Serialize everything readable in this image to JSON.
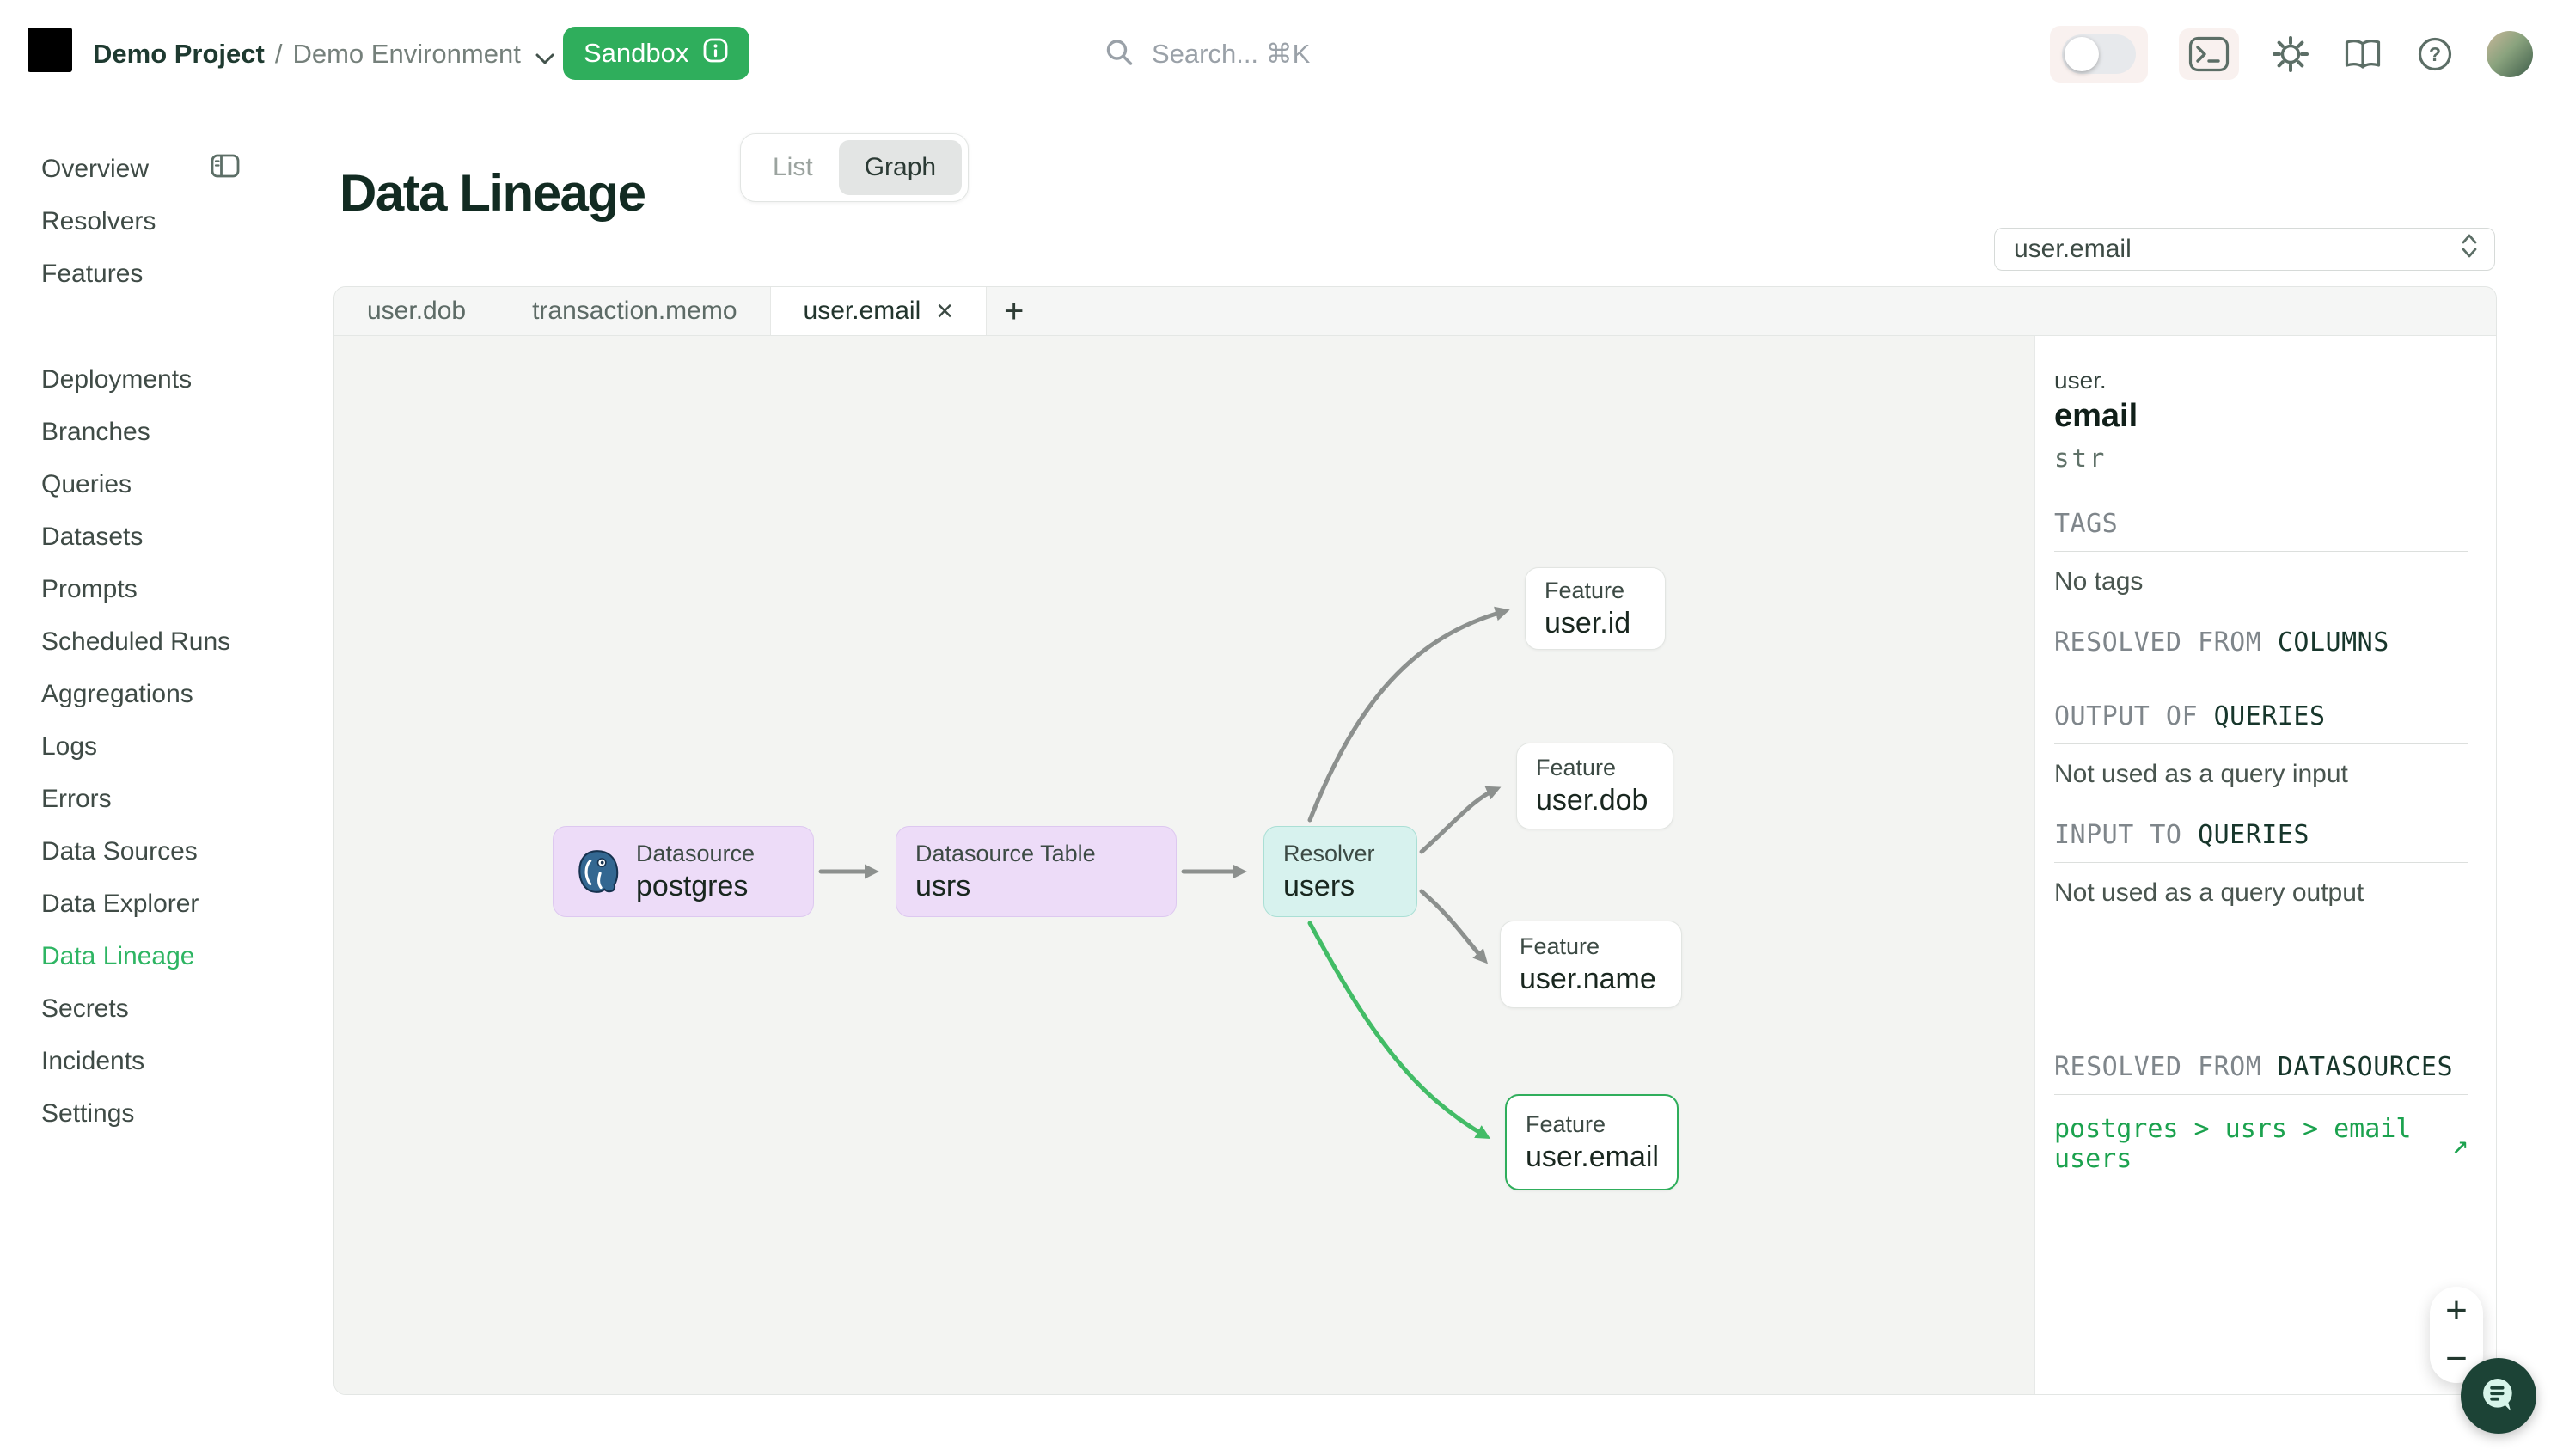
{
  "colors": {
    "accent_green": "#2fae5c",
    "sidebar_active_green": "#2eb563",
    "datasource_node_purple": "#eddcf8",
    "resolver_node_cyan": "#d7f2ee",
    "edge_gray": "#8c908e",
    "edge_highlight_green": "#42bc66",
    "link_green": "#1ba24e"
  },
  "topbar": {
    "project": "Demo Project",
    "separator": "/",
    "environment": "Demo Environment",
    "sandbox_label": "Sandbox",
    "search_placeholder": "Search... ⌘K"
  },
  "sidebar": {
    "active": "Data Lineage",
    "items": [
      {
        "label": "Overview"
      },
      {
        "label": "Resolvers"
      },
      {
        "label": "Features"
      },
      {
        "label": "Deployments"
      },
      {
        "label": "Branches"
      },
      {
        "label": "Queries"
      },
      {
        "label": "Datasets"
      },
      {
        "label": "Prompts"
      },
      {
        "label": "Scheduled Runs"
      },
      {
        "label": "Aggregations"
      },
      {
        "label": "Logs"
      },
      {
        "label": "Errors"
      },
      {
        "label": "Data Sources"
      },
      {
        "label": "Data Explorer"
      },
      {
        "label": "Data Lineage"
      },
      {
        "label": "Secrets"
      },
      {
        "label": "Incidents"
      },
      {
        "label": "Settings"
      }
    ]
  },
  "main": {
    "title": "Data Lineage",
    "view_toggle": {
      "options": [
        "List",
        "Graph"
      ],
      "selected": "Graph"
    },
    "feature_selector_value": "user.email",
    "tabs": [
      {
        "label": "user.dob"
      },
      {
        "label": "transaction.memo"
      },
      {
        "label": "user.email"
      }
    ],
    "active_tab": "user.email",
    "close_glyph": "×",
    "add_tab_glyph": "+"
  },
  "graph": {
    "nodes": [
      {
        "type": "Datasource",
        "name": "postgres"
      },
      {
        "type": "Datasource Table",
        "name": "usrs"
      },
      {
        "type": "Resolver",
        "name": "users"
      },
      {
        "type": "Feature",
        "name": "user.id"
      },
      {
        "type": "Feature",
        "name": "user.dob"
      },
      {
        "type": "Feature",
        "name": "user.name"
      },
      {
        "type": "Feature",
        "name": "user.email",
        "highlighted": true
      }
    ],
    "edges": [
      {
        "from": "postgres",
        "to": "usrs"
      },
      {
        "from": "usrs",
        "to": "users"
      },
      {
        "from": "users",
        "to": "user.id"
      },
      {
        "from": "users",
        "to": "user.dob"
      },
      {
        "from": "users",
        "to": "user.name"
      },
      {
        "from": "users",
        "to": "user.email",
        "highlighted": true
      }
    ]
  },
  "panel": {
    "feature_namespace": "user.",
    "feature_name": "email",
    "feature_type": "str",
    "tags": {
      "heading": "TAGS",
      "body": "No tags"
    },
    "resolved_from_columns": {
      "heading_muted": "RESOLVED FROM",
      "heading_strong": "COLUMNS"
    },
    "output_of_queries": {
      "heading_muted": "OUTPUT OF",
      "heading_strong": "QUERIES",
      "body": "Not used as a query input"
    },
    "input_to_queries": {
      "heading_muted": "INPUT TO",
      "heading_strong": "QUERIES",
      "body": "Not used as a query output"
    },
    "resolved_from_datasources": {
      "heading_muted": "RESOLVED FROM",
      "heading_strong": "DATASOURCES"
    },
    "lineage_link": {
      "text": "postgres > usrs > email users",
      "external_arrow": "↗"
    }
  },
  "controls": {
    "zoom_in": "+",
    "zoom_out": "−"
  }
}
